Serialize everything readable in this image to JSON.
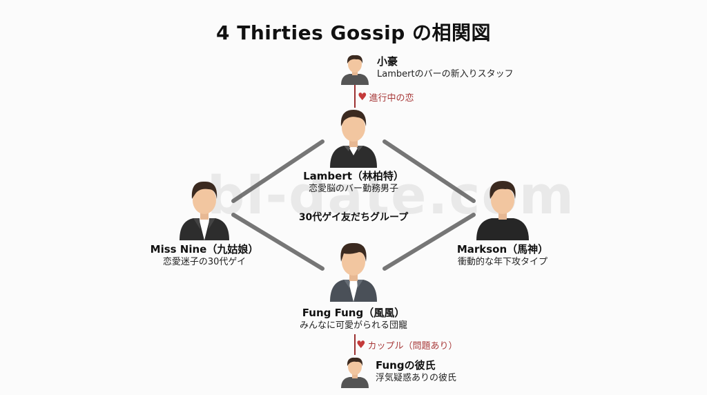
{
  "title": "4 Thirties Gossip の相関図",
  "watermark": "bl-date.com",
  "group_label": "30代ゲイ友だちグループ",
  "colors": {
    "connector": "#5a5a5a",
    "relation_line": "#9b2f2f",
    "relation_text": "#a83a3a",
    "heart": "#c43a3a",
    "background": "#fbfbfb"
  },
  "characters": {
    "xiaohao": {
      "name": "小豪",
      "desc": "Lambertのバーの新入りスタッフ",
      "icon": "person-avatar-gray-shirt"
    },
    "lambert": {
      "name": "Lambert（林柏特）",
      "desc": "恋愛脳のバー勤務男子",
      "icon": "person-avatar-black-jacket"
    },
    "missnine": {
      "name": "Miss Nine（九姑娘）",
      "desc": "恋愛迷子の30代ゲイ",
      "icon": "person-avatar-black-blazer"
    },
    "markson": {
      "name": "Markson（馬神）",
      "desc": "衝動的な年下攻タイプ",
      "icon": "person-avatar-black-tshirt"
    },
    "fungfung": {
      "name": "Fung Fung（風風）",
      "desc": "みんなに可愛がられる団寵",
      "icon": "person-avatar-gray-jacket"
    },
    "boyfriend": {
      "name": "Fungの彼氏",
      "desc": "浮気疑惑ありの彼氏",
      "icon": "person-avatar-gray-shirt"
    }
  },
  "relations": {
    "xiaohao_lambert": {
      "label": "進行中の恋",
      "icon": "heart-icon",
      "glyph": "♥"
    },
    "fung_boyfriend": {
      "label": "カップル（問題あり）",
      "icon": "heart-icon",
      "glyph": "♥"
    }
  }
}
